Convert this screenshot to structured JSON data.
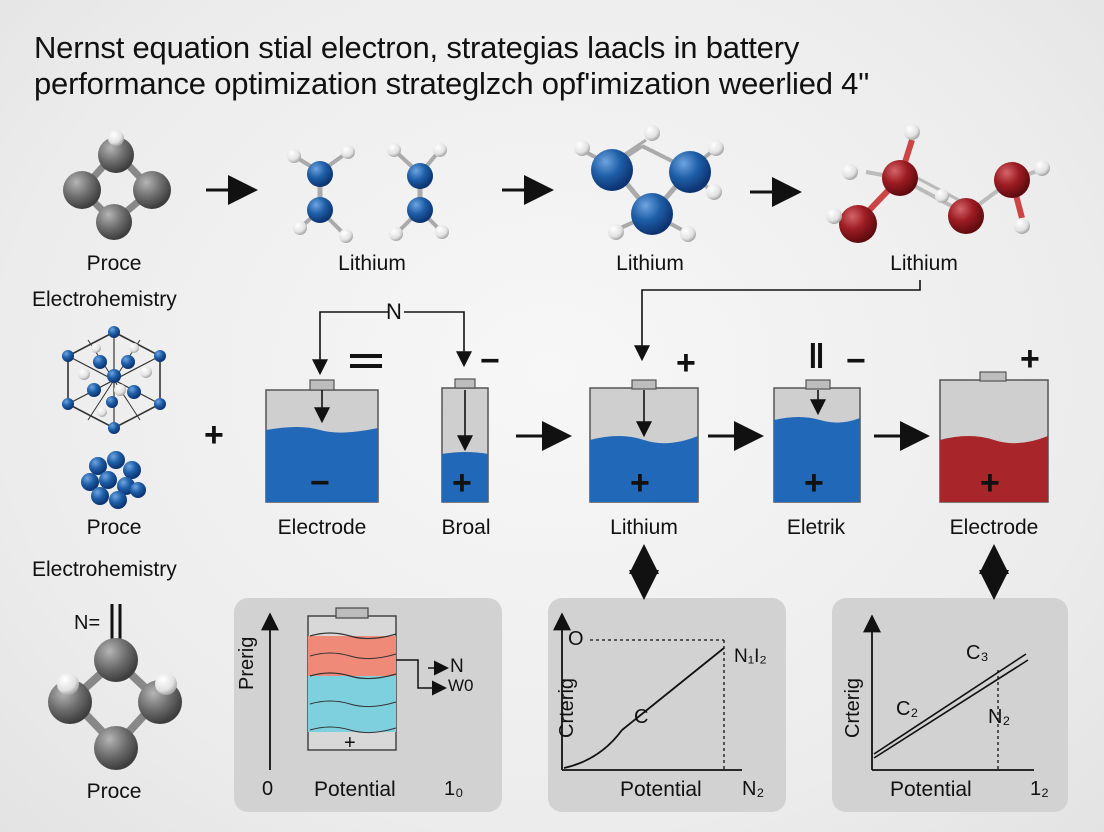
{
  "title": {
    "line1": "Nernst equation stial electron, strategias laacls in battery",
    "line2": "performance optimization strateglzch opf'imization weerlied 4\""
  },
  "left_column": {
    "proce_1": "Proce",
    "electrohemistry_1": "Electrohemistry",
    "proce_2": "Proce",
    "electrohemistry_2": "Electrohemistry",
    "n_label": "N=",
    "proce_3": "Proce"
  },
  "top_row": {
    "labels": [
      "Lithium",
      "Lithium",
      "Lithium"
    ]
  },
  "middle_row": {
    "n_label": "N",
    "plus_left": "+",
    "equals": "=",
    "minus_1": "−",
    "plus_2": "+",
    "double_bar": "‖",
    "minus_3": "−",
    "plus_4": "+",
    "cell_signs": [
      "−",
      "+",
      "+",
      "+",
      "+"
    ],
    "cell_labels": [
      "Electrode",
      "Broal",
      "Lithium",
      "Eletrik",
      "Electrode"
    ]
  },
  "panels": {
    "left": {
      "ylabel": "Prerig",
      "x_start": "0",
      "xlabel": "Potential",
      "x_end": "1₀",
      "plus": "+",
      "arrow_top": "N",
      "arrow_bottom": "W0"
    },
    "middle": {
      "ylabel": "Crterig",
      "y_top": "O",
      "curve_label": "C",
      "corner_label": "N₁I₂",
      "xlabel": "Potential",
      "x_end": "N₂"
    },
    "right": {
      "ylabel": "Crterig",
      "c3": "C₃",
      "c2": "C₂",
      "n2": "N₂",
      "xlabel": "Potential",
      "x_end": "1₂"
    }
  },
  "colors": {
    "blue_atom": "#1f5fa8",
    "red_atom": "#9c1c22",
    "grey_atom": "#6e6e6e",
    "electrolyte_blue": "#2268b8",
    "electrolyte_red": "#a8252a",
    "layer_salmon": "#f08a78",
    "layer_cyan": "#7fd0df",
    "panel_bg": "#d2d2d2"
  }
}
